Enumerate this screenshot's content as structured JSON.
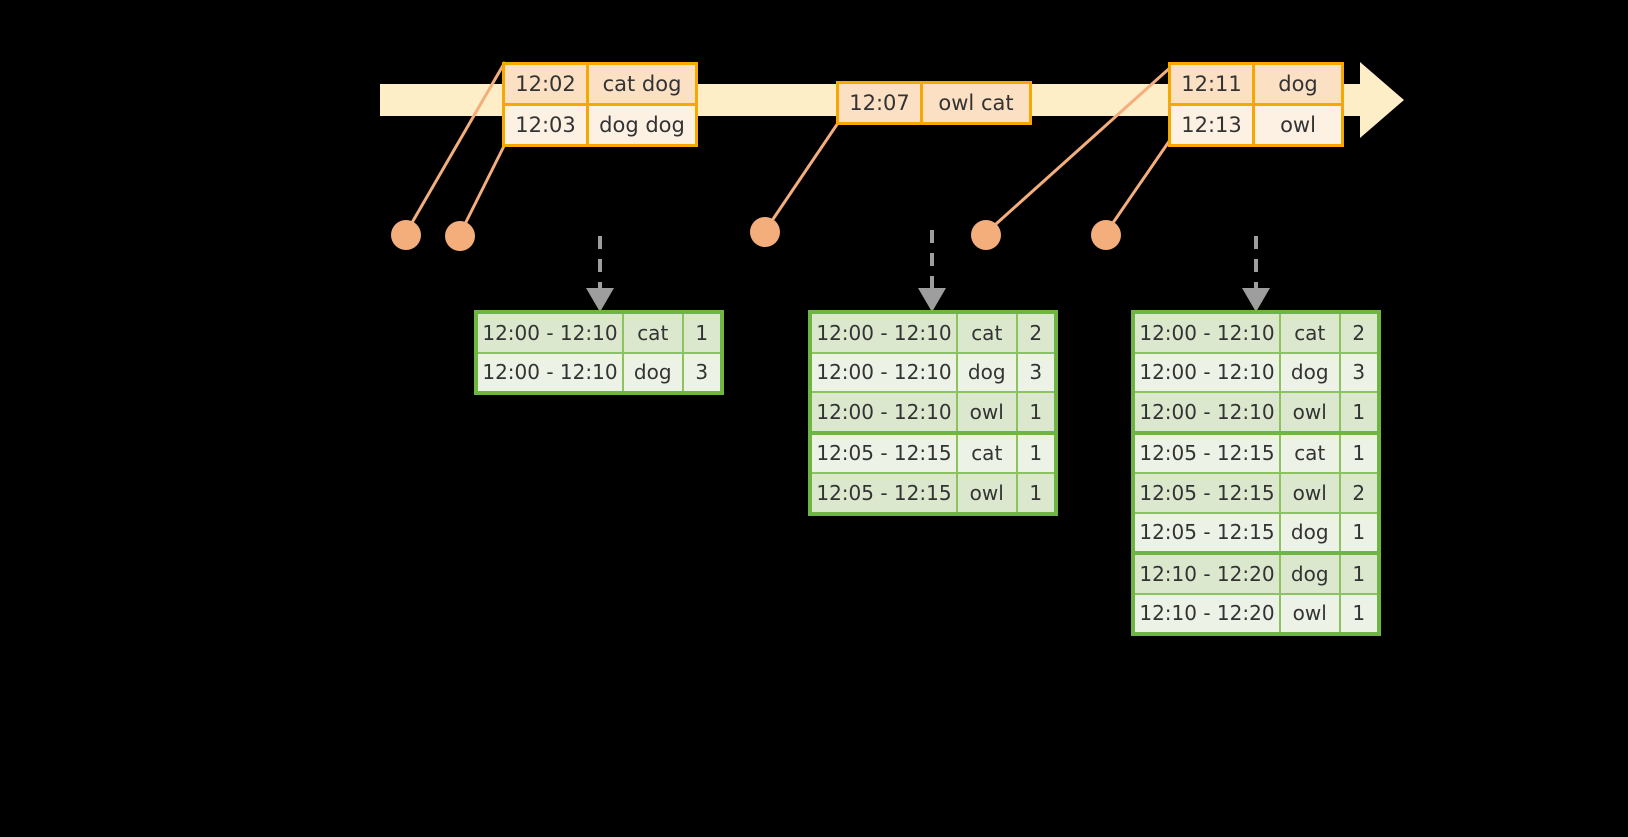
{
  "colors": {
    "background": "#000000",
    "timeline_bar": "#FDEEC8",
    "timeline_border": "#F5A800",
    "event_header_fill": "#FBE0C4",
    "event_body_fill": "#FDF1E4",
    "connector": "#F3AE7B",
    "table_border": "#6FB544",
    "table_row_even": "#DCE8CE",
    "table_row_odd": "#EDF2E6",
    "arrow_gray": "#9E9E9E"
  },
  "timeline": {
    "name": "event-timeline-arrow",
    "events": [
      {
        "id": "event-group-1",
        "rows": [
          {
            "time": "12:02",
            "words": "cat dog"
          },
          {
            "time": "12:03",
            "words": "dog dog"
          }
        ]
      },
      {
        "id": "event-group-2",
        "rows": [
          {
            "time": "12:07",
            "words": "owl cat"
          }
        ]
      },
      {
        "id": "event-group-3",
        "rows": [
          {
            "time": "12:11",
            "words": "dog"
          },
          {
            "time": "12:13",
            "words": "owl"
          }
        ]
      }
    ]
  },
  "tables": [
    {
      "id": "result-table-1",
      "rows": [
        {
          "window": "12:00 - 12:10",
          "word": "cat",
          "count": "1",
          "group": 0
        },
        {
          "window": "12:00 - 12:10",
          "word": "dog",
          "count": "3",
          "group": 0
        }
      ]
    },
    {
      "id": "result-table-2",
      "rows": [
        {
          "window": "12:00 - 12:10",
          "word": "cat",
          "count": "2",
          "group": 0
        },
        {
          "window": "12:00 - 12:10",
          "word": "dog",
          "count": "3",
          "group": 0
        },
        {
          "window": "12:00 - 12:10",
          "word": "owl",
          "count": "1",
          "group": 0
        },
        {
          "window": "12:05 - 12:15",
          "word": "cat",
          "count": "1",
          "group": 1
        },
        {
          "window": "12:05 - 12:15",
          "word": "owl",
          "count": "1",
          "group": 1
        }
      ]
    },
    {
      "id": "result-table-3",
      "rows": [
        {
          "window": "12:00 - 12:10",
          "word": "cat",
          "count": "2",
          "group": 0
        },
        {
          "window": "12:00 - 12:10",
          "word": "dog",
          "count": "3",
          "group": 0
        },
        {
          "window": "12:00 - 12:10",
          "word": "owl",
          "count": "1",
          "group": 0
        },
        {
          "window": "12:05 - 12:15",
          "word": "cat",
          "count": "1",
          "group": 1
        },
        {
          "window": "12:05 - 12:15",
          "word": "owl",
          "count": "2",
          "group": 1
        },
        {
          "window": "12:05 - 12:15",
          "word": "dog",
          "count": "1",
          "group": 1
        },
        {
          "window": "12:10 - 12:20",
          "word": "dog",
          "count": "1",
          "group": 2
        },
        {
          "window": "12:10 - 12:20",
          "word": "owl",
          "count": "1",
          "group": 2
        }
      ]
    }
  ]
}
